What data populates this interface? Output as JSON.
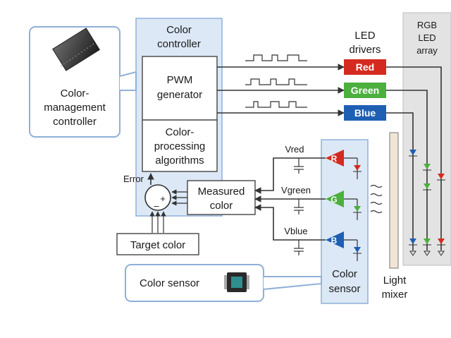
{
  "labels": {
    "color_controller": [
      "Color",
      "controller"
    ],
    "pwm_generator": [
      "PWM",
      "generator"
    ],
    "color_processing": [
      "Color-",
      "processing",
      "algorithms"
    ],
    "color_management": [
      "Color-",
      "management",
      "controller"
    ],
    "led_drivers": [
      "LED",
      "drivers"
    ],
    "rgb_led_array": [
      "RGB",
      "LED",
      "array"
    ],
    "error": "Error",
    "measured_color": [
      "Measured",
      "color"
    ],
    "target_color": "Target color",
    "color_sensor_callout": "Color sensor",
    "color_sensor_block": [
      "Color",
      "sensor"
    ],
    "light_mixer": [
      "Light",
      "mixer"
    ],
    "vred": "Vred",
    "vgreen": "Vgreen",
    "vblue": "Vblue",
    "sum_plus": "+",
    "sum_minus": "–"
  },
  "drivers": [
    {
      "label": "Red",
      "color": "#d42a20"
    },
    {
      "label": "Green",
      "color": "#4caf3e"
    },
    {
      "label": "Blue",
      "color": "#1e5fb4"
    }
  ],
  "sensor_channels": [
    {
      "letter": "R",
      "color": "#d42a20"
    },
    {
      "letter": "G",
      "color": "#4caf3e"
    },
    {
      "letter": "B",
      "color": "#1e5fb4"
    }
  ],
  "colors": {
    "panel_blue": "#dce8f6",
    "panel_border": "#8fb0d8",
    "array_gray": "#e3e3e3"
  }
}
